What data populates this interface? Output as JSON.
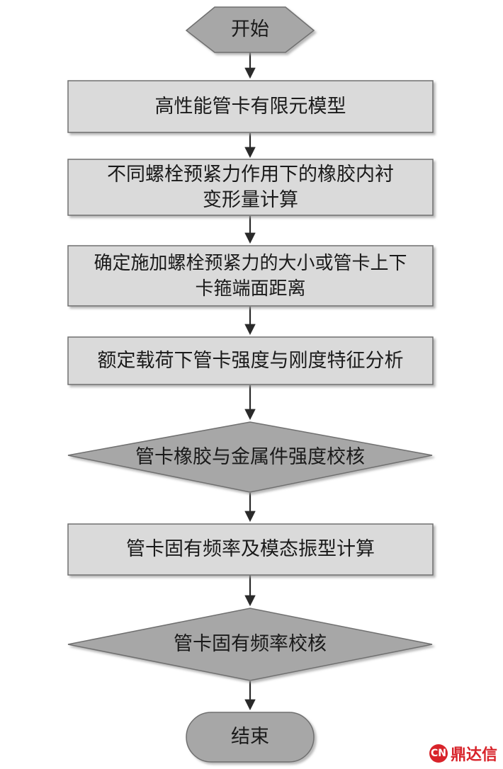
{
  "flowchart": {
    "start": "开始",
    "step1": "高性能管卡有限元模型",
    "step2_line1": "不同螺栓预紧力作用下的橡胶内衬",
    "step2_line2": "变形量计算",
    "step3_line1": "确定施加螺栓预紧力的大小或管卡上下",
    "step3_line2": "卡箍端面距离",
    "step4": "额定载荷下管卡强度与刚度特征分析",
    "check1": "管卡橡胶与金属件强度校核",
    "step5": "管卡固有频率及模态振型计算",
    "check2": "管卡固有频率校核",
    "end": "结束"
  },
  "watermark": {
    "icon": "dingdaxin-logo-icon",
    "text": "鼎达信"
  },
  "colors": {
    "box_fill": "#dadada",
    "diamond_fill": "#a7a7a7",
    "stroke": "#6f6f6f",
    "arrow": "#2a2a2a"
  }
}
